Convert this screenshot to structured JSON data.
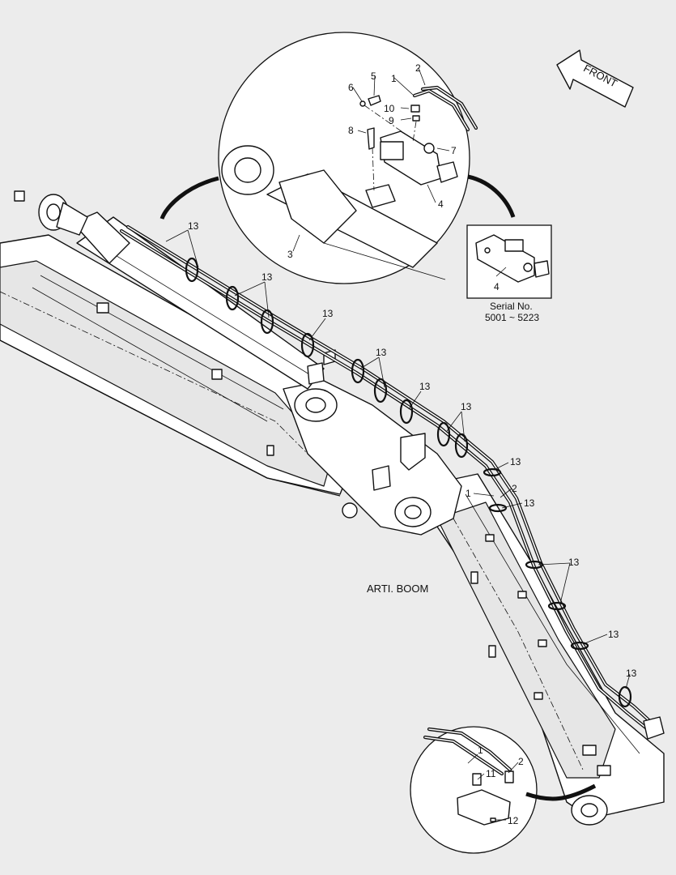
{
  "callouts": {
    "c1": "1",
    "c2": "2",
    "c3": "3",
    "c4": "4",
    "c5": "5",
    "c6": "6",
    "c7": "7",
    "c8": "8",
    "c9": "9",
    "c10": "10",
    "c11": "11",
    "c12": "12",
    "c13": "13"
  },
  "front_arrow": {
    "label": "FRONT"
  },
  "serial": {
    "line1": "Serial No.",
    "line2": "5001 ~ 5223"
  },
  "boom_label": "ARTI. BOOM"
}
